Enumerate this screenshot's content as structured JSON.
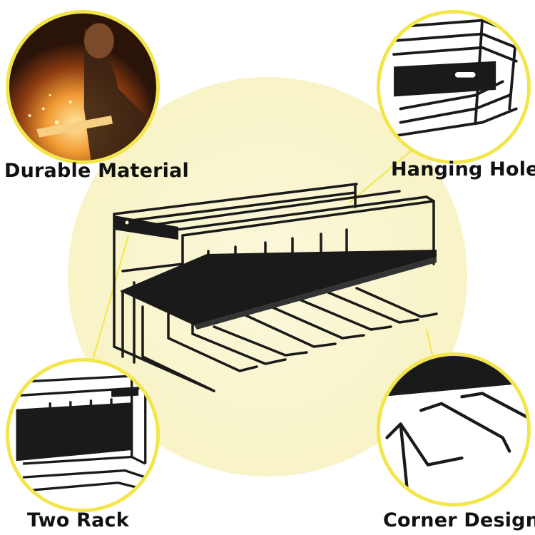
{
  "features": {
    "top_left": {
      "label": "Durable Material",
      "icon": "welding-photo"
    },
    "top_right": {
      "label": "Hanging Hole",
      "icon": "hanging-hole-closeup"
    },
    "bottom_left": {
      "label": "Two Rack",
      "icon": "two-tier-rack-closeup"
    },
    "bottom_right": {
      "label": "Corner Design",
      "icon": "corner-hook-closeup"
    }
  },
  "colors": {
    "accent": "#f3e64a",
    "background_glow": "#f8f4c9",
    "metal": "#1a1a1a"
  }
}
